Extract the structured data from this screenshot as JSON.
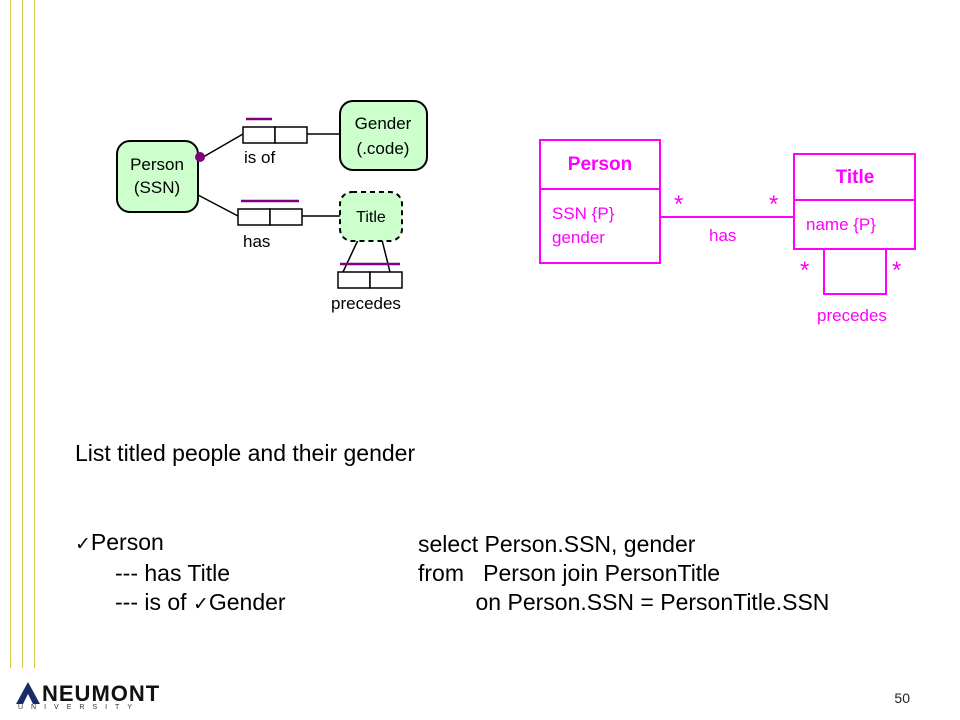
{
  "orm": {
    "person_entity": [
      "Person",
      "(SSN)"
    ],
    "gender_entity": [
      "Gender",
      "(.code)"
    ],
    "title_entity": "Title",
    "is_of_label": "is of",
    "has_label": "has",
    "precedes_label": "precedes"
  },
  "uml": {
    "person_class": {
      "name": "Person",
      "attributes": [
        "SSN {P}",
        "gender"
      ]
    },
    "title_class": {
      "name": "Title",
      "attributes": [
        "name {P}"
      ]
    },
    "association_has": {
      "label": "has",
      "mult_left": "*",
      "mult_right": "*"
    },
    "association_precedes": {
      "label": "precedes",
      "mult_left": "*",
      "mult_right": "*"
    }
  },
  "question": "List titled people and their gender",
  "orm_query": {
    "check_glyph": "✓",
    "line1": "Person",
    "line2": "--- has Title",
    "line3_prefix": "--- is of ",
    "line3_entity": "Gender"
  },
  "sql": {
    "line1": "select Person.SSN, gender",
    "line2": "from   Person join PersonTitle",
    "line3": "         on Person.SSN = PersonTitle.SSN"
  },
  "footer": {
    "slide_number": "50",
    "logo_word": "NEUMONT",
    "logo_sub": "UNIVERSITY"
  },
  "colors": {
    "orm_fill": "#ccffcc",
    "uml_magenta": "#ff00ff",
    "constraint_purple": "#800080"
  }
}
